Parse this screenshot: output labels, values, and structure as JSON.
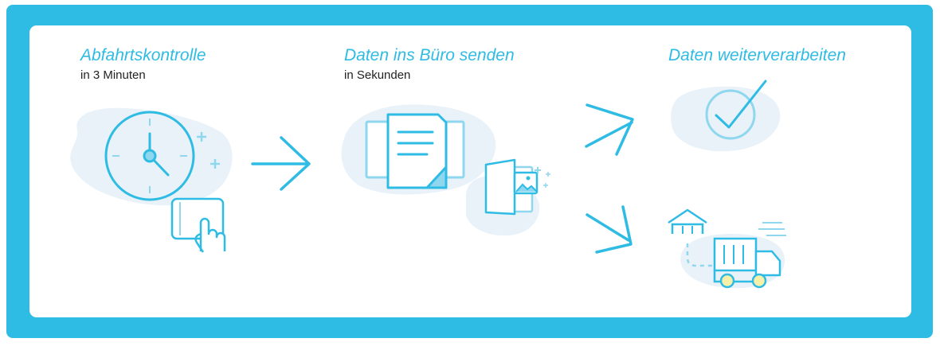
{
  "colors": {
    "frame": "#2ebbe4",
    "card": "#ffffff",
    "accent": "#2ebbe4",
    "blob": "#e9f2f9",
    "icon_light": "#8fd7ef",
    "wheel": "#f6f0a8",
    "text_dark": "#222222"
  },
  "steps": [
    {
      "title": "Abfahrtskontrolle",
      "subtitle": "in 3 Minuten",
      "icon": "clock-tablet-icon"
    },
    {
      "title": "Daten ins Büro senden",
      "subtitle": "in Sekunden",
      "icon": "documents-photo-icon"
    },
    {
      "title": "Daten weiterverarbeiten",
      "subtitle": "",
      "icon": "checkmark-truck-icon"
    }
  ],
  "connectors": [
    "arrow-right-icon",
    "arrow-up-right-icon",
    "arrow-down-right-icon"
  ]
}
